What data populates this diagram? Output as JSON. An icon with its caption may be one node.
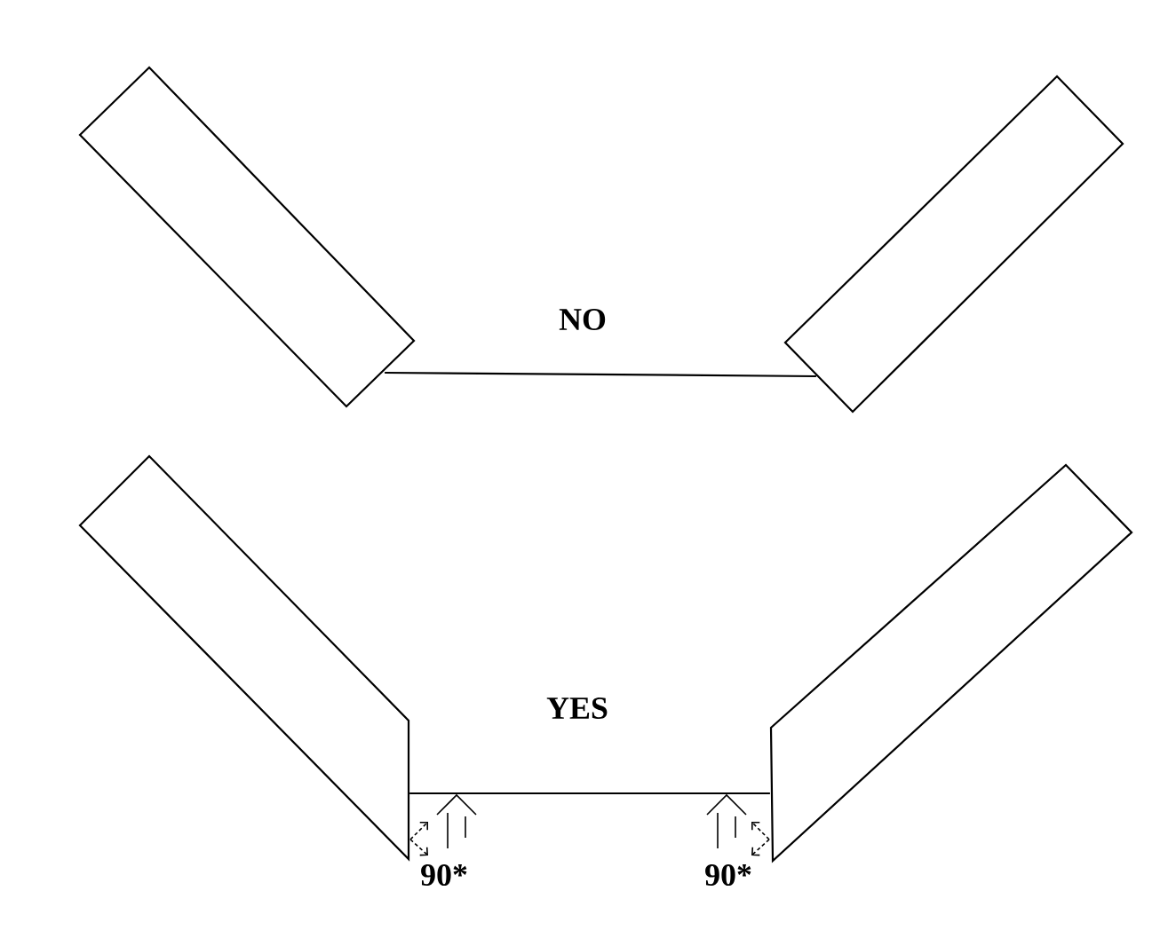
{
  "diagram": {
    "nodes": [
      {
        "text": [],
        "shape": "box"
      },
      {
        "text": [],
        "shape": "box"
      },
      {
        "text": [],
        "shape": "box"
      },
      {
        "text": [],
        "shape": "box"
      }
    ],
    "edges": [
      {
        "from": 0,
        "to": 1,
        "arrow": "none"
      },
      {
        "from": 2,
        "to": 3,
        "arrow": "none"
      }
    ],
    "labels": [
      "NO",
      "YES",
      "90*",
      "90*"
    ]
  }
}
